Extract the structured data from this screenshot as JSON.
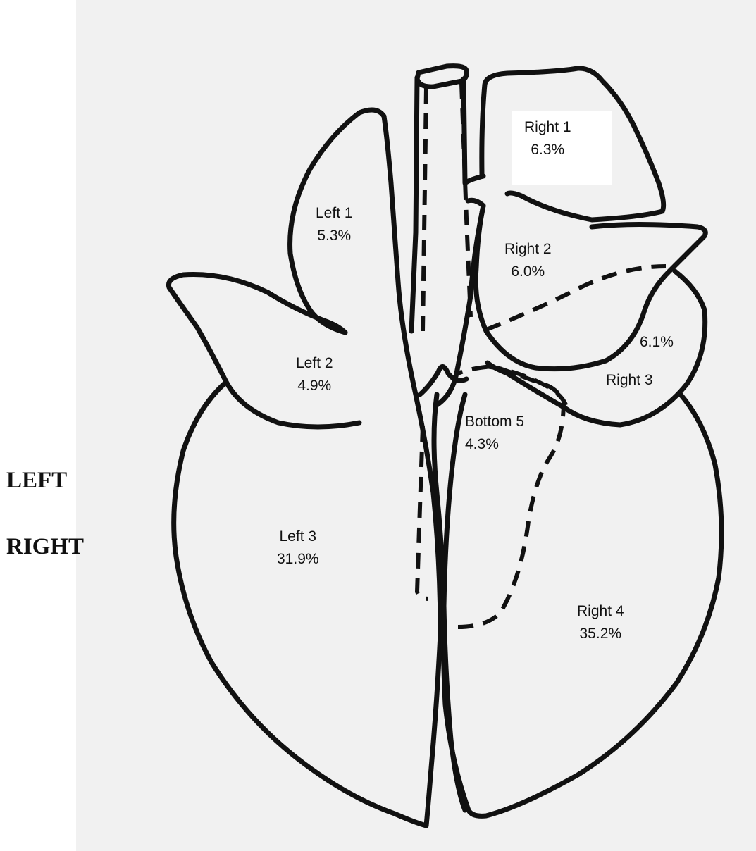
{
  "orientation": {
    "left_label": "LEFT",
    "right_label": "RIGHT"
  },
  "lobes": {
    "right1": {
      "name": "Right 1",
      "percent": "6.3%"
    },
    "left1": {
      "name": "Left 1",
      "percent": "5.3%"
    },
    "right2": {
      "name": "Right 2",
      "percent": "6.0%"
    },
    "right3": {
      "name": "Right 3",
      "percent": "6.1%"
    },
    "left2": {
      "name": "Left 2",
      "percent": "4.9%"
    },
    "bottom5": {
      "name": "Bottom 5",
      "percent": "4.3%"
    },
    "left3": {
      "name": "Left 3",
      "percent": "31.9%"
    },
    "right4": {
      "name": "Right 4",
      "percent": "35.2%"
    }
  },
  "colors": {
    "line": "#111111",
    "paper": "#f1f1f1",
    "background": "#ffffff"
  }
}
